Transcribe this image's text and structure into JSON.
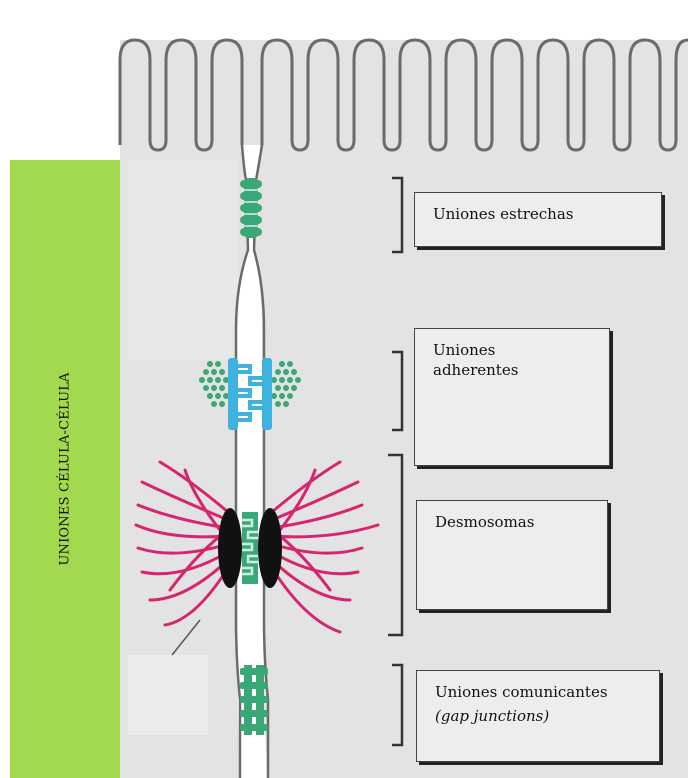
{
  "sidebar": {
    "label": "UNIONES CÉLULA-CÉLULA"
  },
  "labels": {
    "tight": "Uniones estrechas",
    "adherens": "Uniones adherentes",
    "desmosomes": "Desmosomas",
    "gap": "Uniones comunicantes",
    "gap_sub": "(gap junctions)"
  },
  "colors": {
    "sidebar": "#a2d94f",
    "tight_junction": "#3aa876",
    "adherens_junction": "#3fb3e0",
    "desmosome_plaque": "#111111",
    "keratin_filaments": "#d6246e",
    "cell_background": "#e3e3e3",
    "membrane": "#6b6b6b"
  }
}
